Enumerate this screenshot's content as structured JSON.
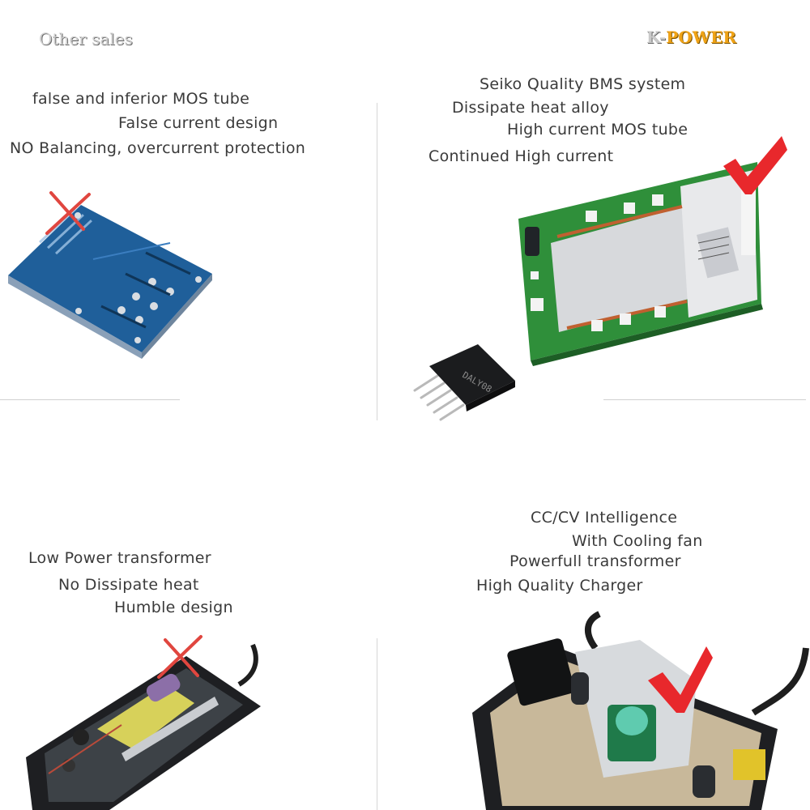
{
  "header": {
    "left_title": "Other sales",
    "right_brand_prefix": "K-",
    "right_brand_main": "POWER"
  },
  "bms": {
    "bad": [
      "false and inferior MOS tube",
      "False current design",
      "NO Balancing, overcurrent protection"
    ],
    "good": [
      "Seiko Quality BMS system",
      "Dissipate heat alloy",
      "High current MOS tube",
      "Continued High current"
    ]
  },
  "charger": {
    "bad": [
      "Low Power transformer",
      "No Dissipate heat",
      "Humble design"
    ],
    "good": [
      "CC/CV Intelligence",
      "With Cooling fan",
      "Powerfull transformer",
      "High Quality Charger"
    ]
  },
  "colors": {
    "cross": "#e0463f",
    "check": "#e8282c",
    "brand": "#f0a316",
    "pcb_blue": "#1f5f9a",
    "pcb_green": "#2f8f3a"
  },
  "icons": {
    "bad_mark": "cross-icon",
    "good_mark": "check-icon"
  }
}
